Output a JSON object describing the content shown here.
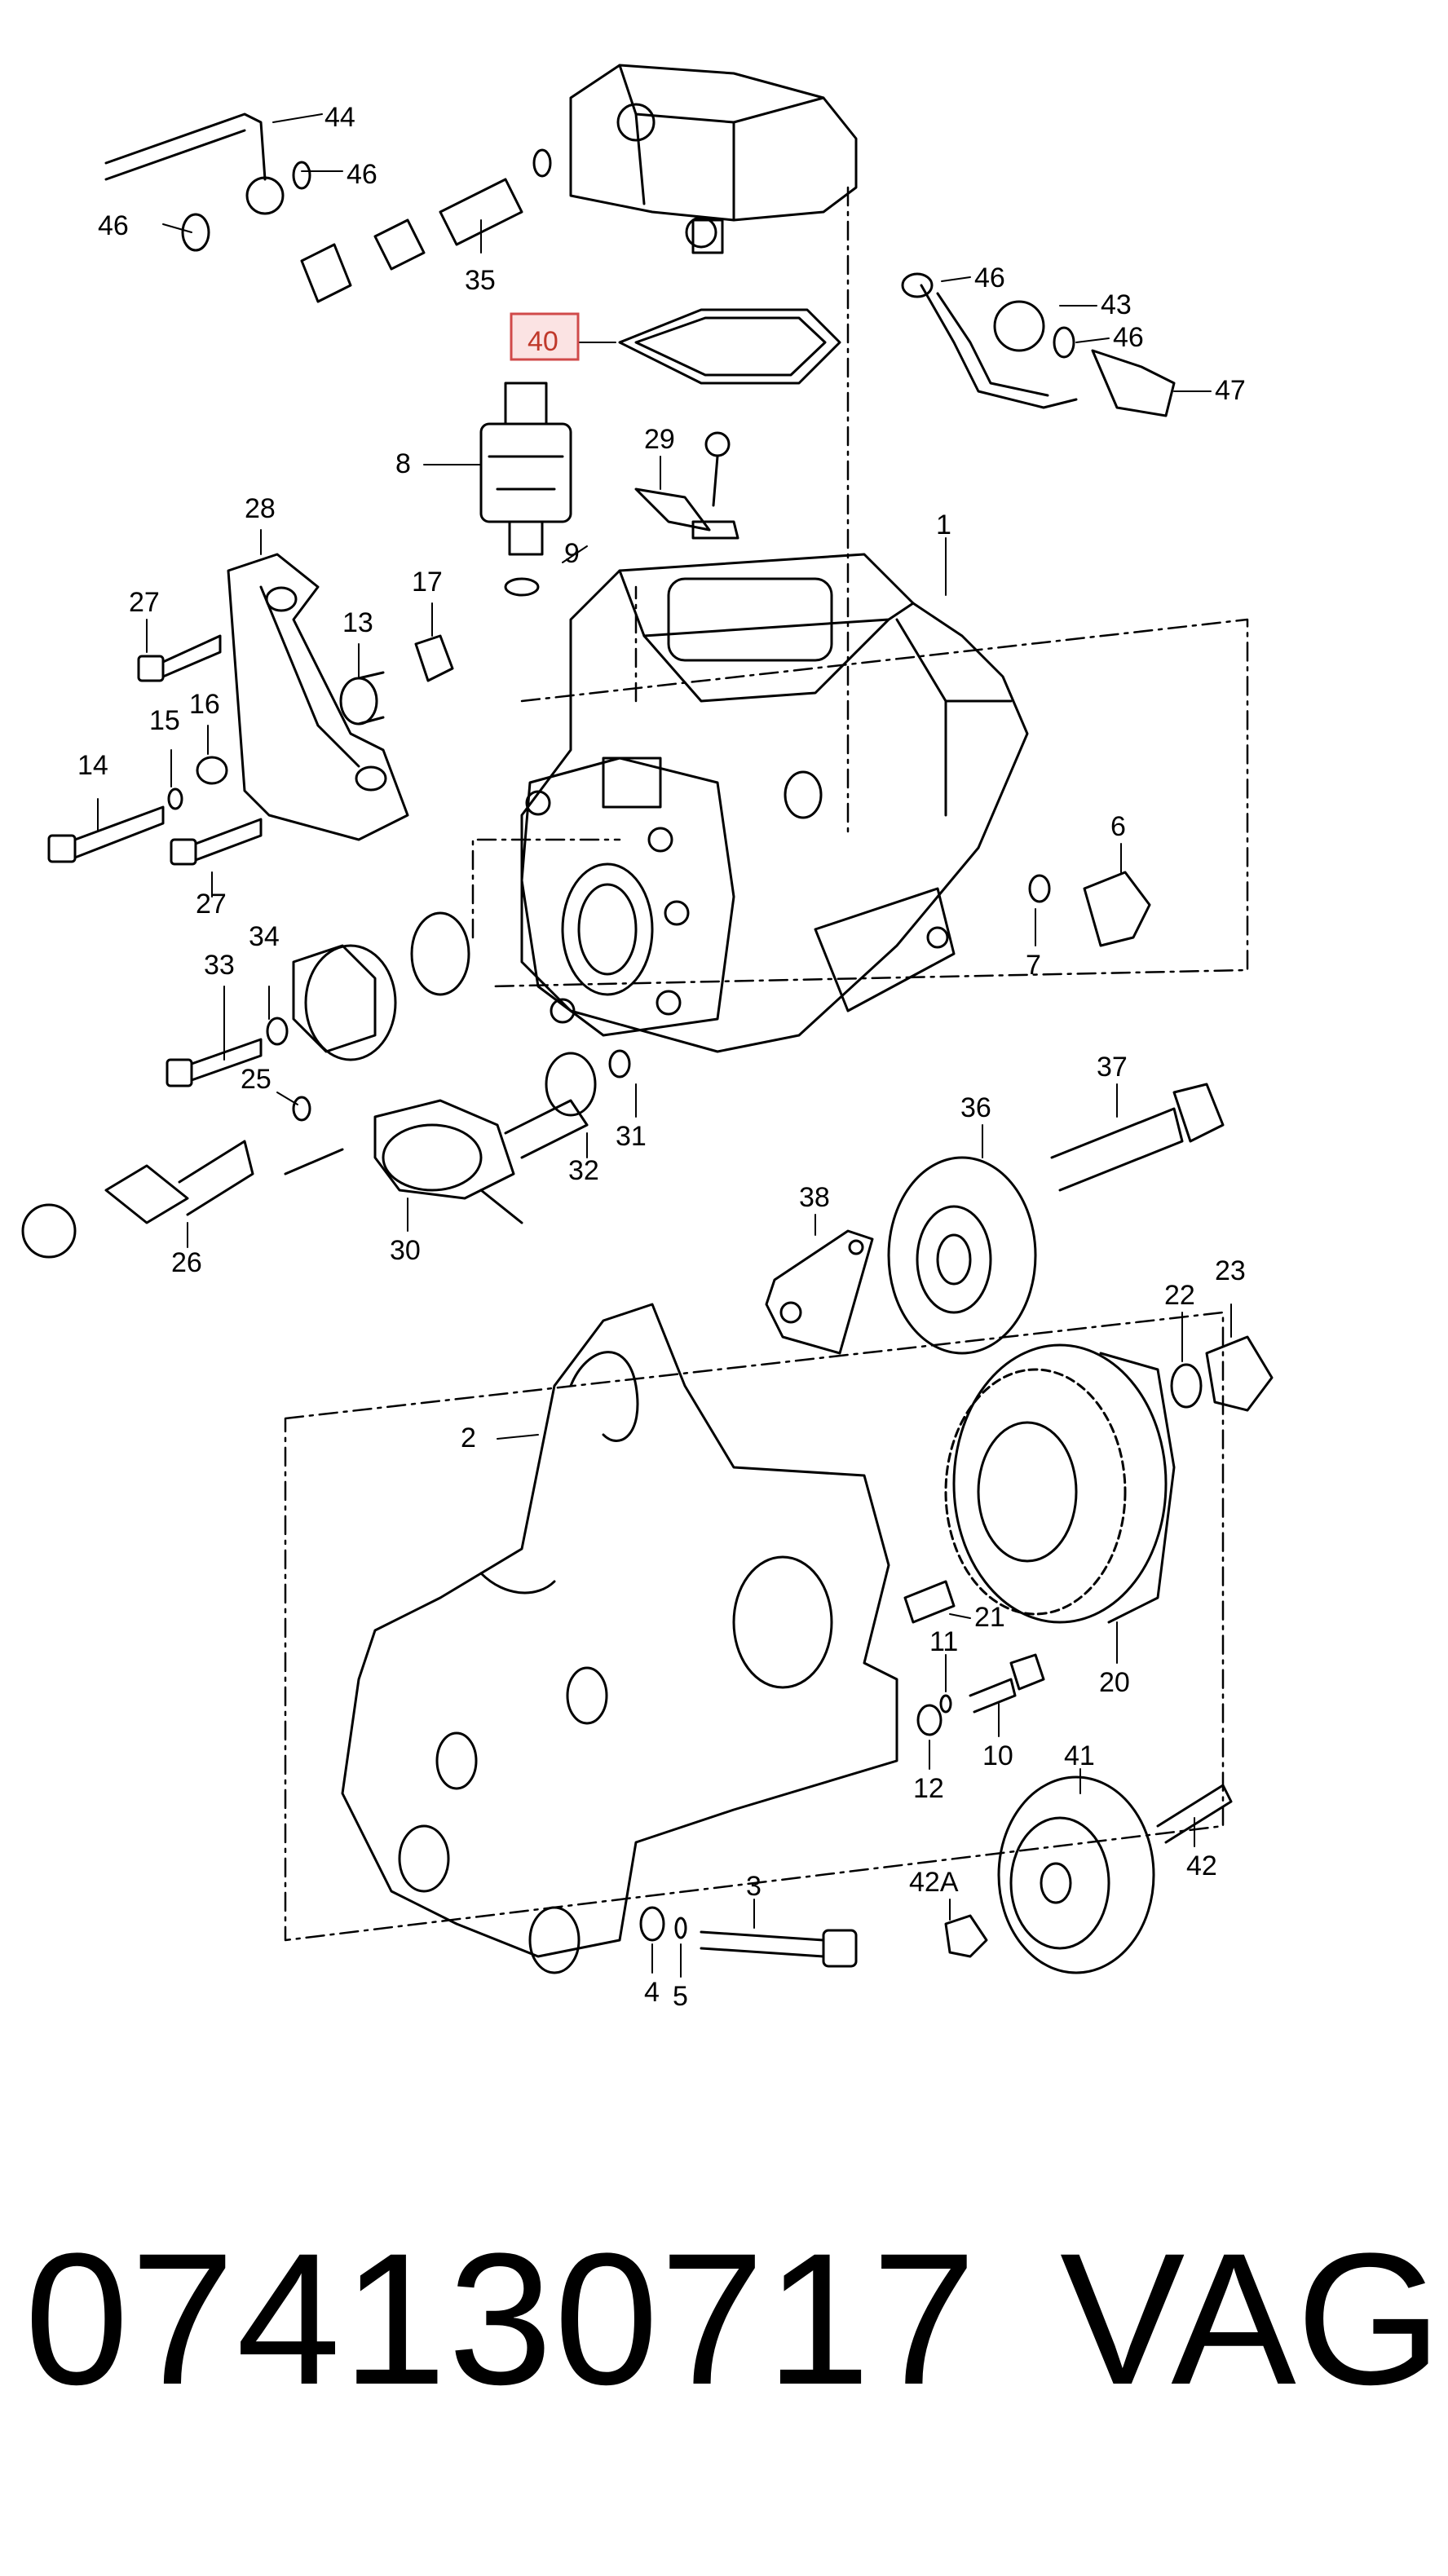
{
  "callouts": [
    "44",
    "46",
    "46",
    "35",
    "40",
    "46",
    "43",
    "46",
    "47",
    "29",
    "8",
    "9",
    "28",
    "1",
    "27",
    "17",
    "13",
    "16",
    "15",
    "14",
    "6",
    "27",
    "7",
    "34",
    "33",
    "25",
    "37",
    "36",
    "26",
    "30",
    "32",
    "31",
    "38",
    "22",
    "23",
    "2",
    "21",
    "20",
    "11",
    "10",
    "12",
    "41",
    "42A",
    "42",
    "3",
    "4",
    "5"
  ],
  "highlight": "40",
  "part_number": "074130717",
  "brand": "VAG",
  "colors": {
    "highlight_stroke": "#d04a4a",
    "highlight_fill": "#fbe3e3",
    "ink": "#000000"
  }
}
